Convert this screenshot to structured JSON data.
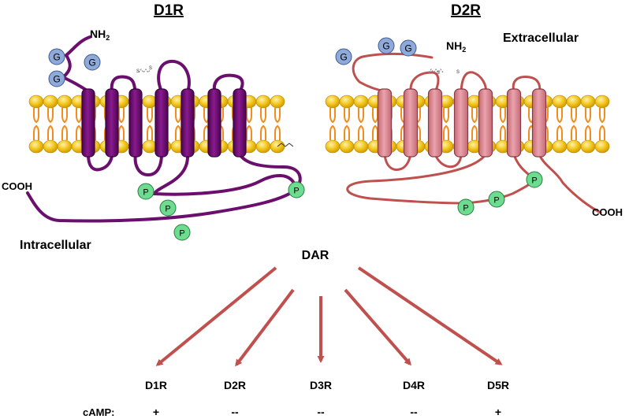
{
  "titles": {
    "left": "D1R",
    "right": "D2R"
  },
  "compartments": {
    "extracellular": "Extracellular",
    "intracellular": "Intracellular"
  },
  "termini": {
    "amino_main": "NH",
    "amino_sub": "2",
    "carboxyl": "COOH"
  },
  "markers": {
    "glyco": "G",
    "phospho": "P",
    "disulfide": "s"
  },
  "hub": "DAR",
  "subtypes": [
    "D1R",
    "D2R",
    "D3R",
    "D4R",
    "D5R"
  ],
  "camp": {
    "label": "cAMP:",
    "effects": [
      "+",
      "--",
      "--",
      "--",
      "+"
    ]
  },
  "colors": {
    "d1_receptor": "#6a0f6e",
    "d1_helix": "#6d0f73",
    "d2_receptor": "#c0504d",
    "d2_helix": "#d9808a",
    "lipid_head": "#f2c318",
    "lipid_tail": "#f28c1e",
    "glyco_marker": "#8eaadb",
    "phospho_marker": "#6ddc8e",
    "arrow": "#c0504d"
  }
}
